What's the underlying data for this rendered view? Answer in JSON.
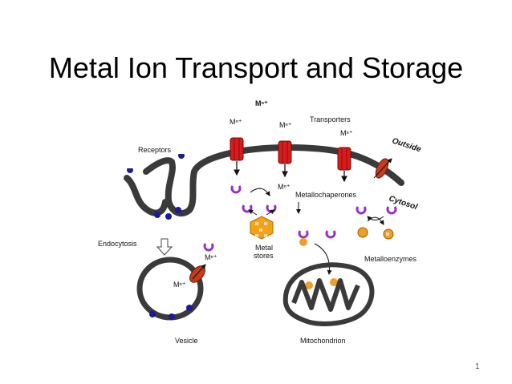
{
  "slide": {
    "title": "Metal Ion Transport and Storage",
    "page_number": "1"
  },
  "diagram": {
    "labels": {
      "metal_top": "Mⁿ⁺",
      "transporters": "Transporters",
      "outside": "Outside",
      "cytosol": "Cytosol",
      "receptors": "Receptors",
      "endocytosis": "Endocytosis",
      "metallochaperones": "Metallochaperones",
      "metal_stores_line1": "Metal",
      "metal_stores_line2": "stores",
      "metalloenzymes": "Metalloenzymes",
      "vesicle": "Vesicle",
      "mitochondrion": "Mitochondrion",
      "metal_in_1": "Mⁿ⁺",
      "metal_in_2": "Mⁿ⁺",
      "metal_in_3": "Mⁿ⁺",
      "metal_out_1": "Mⁿ⁺",
      "metal_vesicle_out": "Mⁿ⁺",
      "metal_vesicle_in": "Mⁿ⁺",
      "ion_symbol": "M"
    },
    "colors": {
      "membrane": "#3a3a3a",
      "transporter": "#d81c1c",
      "receptor": "#1a1a9a",
      "chaperone": "#9b30c8",
      "store": "#f2a418",
      "enzyme": "#f0a020"
    }
  }
}
